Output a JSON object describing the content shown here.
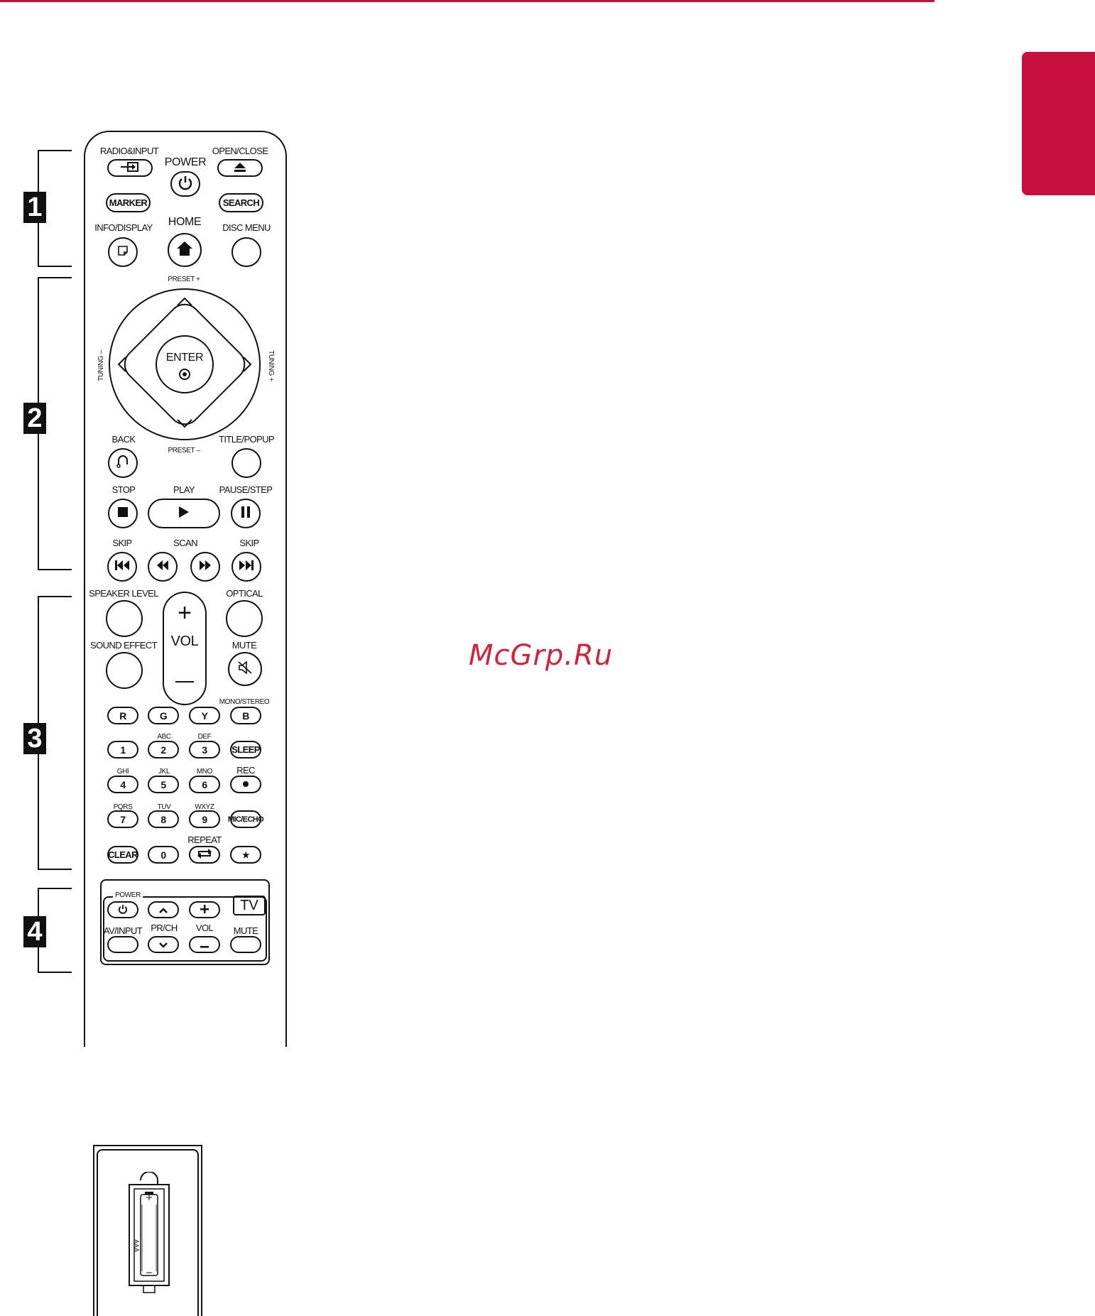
{
  "brand_color": "#c8103e",
  "watermark": "McGrp.Ru",
  "section_badges": [
    "1",
    "2",
    "3",
    "4"
  ],
  "labels": {
    "radio_input": "RADIO&INPUT",
    "power": "POWER",
    "open_close": "OPEN/CLOSE",
    "marker": "MARKER",
    "search": "SEARCH",
    "info_display": "INFO/DISPLAY",
    "home": "HOME",
    "disc_menu": "DISC MENU",
    "preset_plus": "PRESET +",
    "preset_minus": "PRESET –",
    "tuning_minus": "TUNING –",
    "tuning_plus": "TUNING +",
    "enter": "ENTER",
    "back": "BACK",
    "title_popup": "TITLE/POPUP",
    "stop": "STOP",
    "play": "PLAY",
    "pause_step": "PAUSE/STEP",
    "skip_left": "SKIP",
    "scan": "SCAN",
    "skip_right": "SKIP",
    "speaker_level": "SPEAKER LEVEL",
    "optical": "OPTICAL",
    "sound_effect": "SOUND EFFECT",
    "vol": "VOL",
    "mute": "MUTE",
    "mono_stereo": "MONO/STEREO",
    "abc": "ABC",
    "def": "DEF",
    "ghi": "GHI",
    "jkl": "JKL",
    "mno": "MNO",
    "rec": "REC",
    "pqrs": "PQRS",
    "tuv": "TUV",
    "wxyz": "WXYZ",
    "repeat": "REPEAT",
    "tv_power": "POWER",
    "tv": "TV",
    "av_input": "AV/INPUT",
    "pr_ch": "PR/CH",
    "tv_vol": "VOL",
    "tv_mute": "MUTE",
    "aaa": "AAA"
  },
  "buttons": {
    "marker": "MARKER",
    "search": "SEARCH",
    "color_r": "R",
    "color_g": "G",
    "color_y": "Y",
    "color_b": "B",
    "num_1": "1",
    "num_2": "2",
    "num_3": "3",
    "num_4": "4",
    "num_5": "5",
    "num_6": "6",
    "num_7": "7",
    "num_8": "8",
    "num_9": "9",
    "num_0": "0",
    "sleep": "SLEEP",
    "mic_echo": "MIC/ECHO",
    "clear": "CLEAR",
    "star": "★"
  },
  "icons": {
    "input": "input-arrow-icon",
    "power": "power-icon",
    "eject": "eject-icon",
    "info": "note-icon",
    "home": "home-icon",
    "back": "back-icon",
    "stop": "stop-icon",
    "play": "play-icon",
    "pause": "pause-icon",
    "prev": "skip-prev-icon",
    "rewind": "rewind-icon",
    "forward": "fast-forward-icon",
    "next": "skip-next-icon",
    "mute": "mute-icon",
    "rec": "record-icon",
    "repeat": "repeat-icon"
  }
}
